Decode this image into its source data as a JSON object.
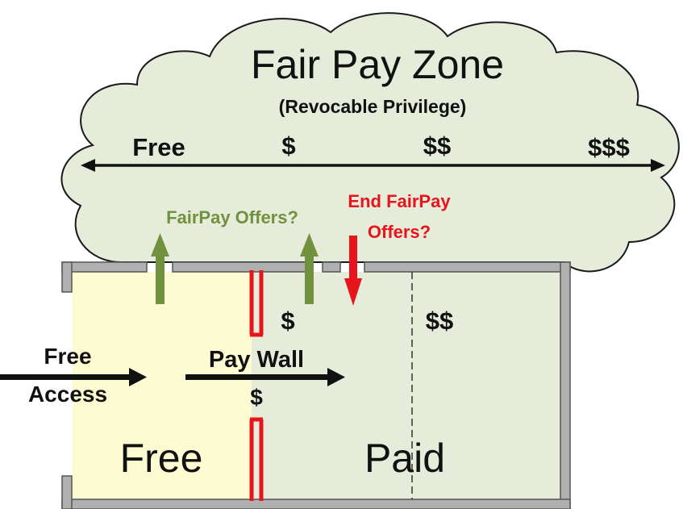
{
  "zone": {
    "title": "Fair Pay Zone",
    "subtitle": "(Revocable Privilege)"
  },
  "price_scale": {
    "labels": [
      "Free",
      "$",
      "$$",
      "$$$"
    ]
  },
  "offers": {
    "fairpay_offers": "FairPay Offers?",
    "end_line1": "End FairPay",
    "end_line2": "Offers?"
  },
  "building": {
    "paid_price_1": "$",
    "paid_price_2": "$$",
    "free_access_line1": "Free",
    "free_access_line2": "Access",
    "pay_wall_label": "Pay Wall",
    "wall_price": "$",
    "free_room": "Free",
    "paid_room": "Paid"
  },
  "colors": {
    "cloud_fill": "#e6ecda",
    "cloud_stroke": "#1a1a1a",
    "free_fill": "#fdfbd1",
    "paid_fill": "#e6ecda",
    "wall": "#b0b0b0",
    "wall_stroke": "#555555",
    "offer_green": "#72913e",
    "end_red": "#e8141b",
    "text": "#111111"
  }
}
